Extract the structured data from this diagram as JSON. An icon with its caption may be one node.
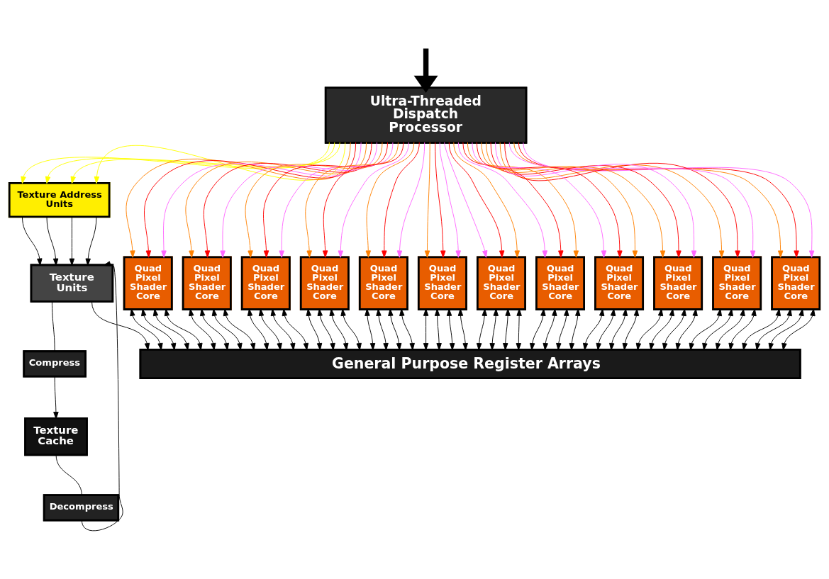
{
  "diagram": {
    "nodes": [
      {
        "text": [
          "Texture Address Units"
        ]
      },
      {
        "text": [
          "Texture Units"
        ]
      },
      {
        "text": [
          "Quad Pixel Shader Core"
        ]
      },
      {
        "text": [
          "Ultra-Threaded Dispatch Processor"
        ]
      },
      {
        "text": [
          "Quad Pixel Shader Core"
        ]
      },
      {
        "text": [
          "Compress"
        ]
      },
      {
        "text": [
          "Decompress"
        ]
      },
      {
        "text": [
          "Quad Pixel Shader Core"
        ]
      },
      {
        "text": [
          "Quad Pixel Shader Core"
        ]
      },
      {
        "text": [
          "Quad Pixel Shader Core"
        ]
      },
      {
        "text": [
          "Quad Pixel Shader Core"
        ]
      },
      {
        "text": [
          "Texture Cache"
        ]
      },
      {
        "text": [
          "Quad Pixel Shader Core"
        ]
      },
      {
        "text": [
          "Quad Pixel Shader Core"
        ]
      },
      {
        "text": [
          "Quad Pixel Shader Core"
        ]
      },
      {
        "text": [
          "Quad Pixel Shader Core"
        ]
      },
      {
        "text": [
          "Quad Pixel Shader Core"
        ]
      },
      {
        "text": [
          "Quad Pixel Shader Core"
        ]
      },
      {
        "text": [
          "General Purpose Register Arrays"
        ]
      }
    ],
    "edges": [
      {
        "from": null,
        "to": 3,
        "arrow": "to",
        "style": "thick"
      },
      {
        "from": 3,
        "to": 0,
        "arrow": "to",
        "color": "#ffff00"
      },
      {
        "from": 3,
        "to": 0,
        "arrow": "to",
        "color": "#ffff00"
      },
      {
        "from": 3,
        "to": 0,
        "arrow": "to",
        "color": "#ffff00"
      },
      {
        "from": 3,
        "to": 0,
        "arrow": "to",
        "color": "#ffff00"
      },
      {
        "from": 0,
        "to": 1,
        "arrow": "to"
      },
      {
        "from": 0,
        "to": 1,
        "arrow": "to"
      },
      {
        "from": 0,
        "to": 1,
        "arrow": "to"
      },
      {
        "from": 0,
        "to": 1,
        "arrow": "to"
      },
      {
        "from": 1,
        "to": 5,
        "arrow": "none"
      },
      {
        "from": 5,
        "to": 11,
        "arrow": "to"
      },
      {
        "from": 11,
        "to": 6,
        "arrow": "none"
      },
      {
        "from": 6,
        "to": 1,
        "arrow": "to"
      },
      {
        "from": 1,
        "to": 18,
        "arrow": "to"
      },
      {
        "from": 3,
        "to": 2,
        "arrow": "to",
        "color": "#ff8000"
      },
      {
        "from": 3,
        "to": 2,
        "arrow": "to",
        "color": "#ff0000"
      },
      {
        "from": 3,
        "to": 2,
        "arrow": "to",
        "color": "#ff66ff"
      },
      {
        "from": 3,
        "to": 7,
        "arrow": "to",
        "color": "#ff8000"
      },
      {
        "from": 3,
        "to": 7,
        "arrow": "to",
        "color": "#ff0000"
      },
      {
        "from": 3,
        "to": 7,
        "arrow": "to",
        "color": "#ff66ff"
      },
      {
        "from": 3,
        "to": 9,
        "arrow": "to",
        "color": "#ff8000"
      },
      {
        "from": 3,
        "to": 9,
        "arrow": "to",
        "color": "#ff0000"
      },
      {
        "from": 3,
        "to": 9,
        "arrow": "to",
        "color": "#ff66ff"
      },
      {
        "from": 3,
        "to": 12,
        "arrow": "to",
        "color": "#ff8000"
      },
      {
        "from": 3,
        "to": 12,
        "arrow": "to",
        "color": "#ff0000"
      },
      {
        "from": 3,
        "to": 12,
        "arrow": "to",
        "color": "#ff66ff"
      },
      {
        "from": 3,
        "to": 13,
        "arrow": "to",
        "color": "#ff8000"
      },
      {
        "from": 3,
        "to": 13,
        "arrow": "to",
        "color": "#ff0000"
      },
      {
        "from": 3,
        "to": 13,
        "arrow": "to",
        "color": "#ff66ff"
      },
      {
        "from": 3,
        "to": 14,
        "arrow": "to",
        "color": "#ff8000"
      },
      {
        "from": 3,
        "to": 14,
        "arrow": "to",
        "color": "#ff0000"
      },
      {
        "from": 3,
        "to": 14,
        "arrow": "to",
        "color": "#ff66ff"
      },
      {
        "from": 3,
        "to": 15,
        "arrow": "to",
        "color": "#ff66ff"
      },
      {
        "from": 3,
        "to": 15,
        "arrow": "to",
        "color": "#ff0000"
      },
      {
        "from": 3,
        "to": 15,
        "arrow": "to",
        "color": "#ff8000"
      },
      {
        "from": 3,
        "to": 16,
        "arrow": "to",
        "color": "#ff66ff"
      },
      {
        "from": 3,
        "to": 16,
        "arrow": "to",
        "color": "#ff0000"
      },
      {
        "from": 3,
        "to": 16,
        "arrow": "to",
        "color": "#ff8000"
      },
      {
        "from": 3,
        "to": 17,
        "arrow": "to",
        "color": "#ff66ff"
      },
      {
        "from": 3,
        "to": 17,
        "arrow": "to",
        "color": "#ff0000"
      },
      {
        "from": 3,
        "to": 17,
        "arrow": "to",
        "color": "#ff8000"
      },
      {
        "from": 3,
        "to": 10,
        "arrow": "to",
        "color": "#ff8000"
      },
      {
        "from": 3,
        "to": 10,
        "arrow": "to",
        "color": "#ff0000"
      },
      {
        "from": 3,
        "to": 10,
        "arrow": "to",
        "color": "#ff66ff"
      },
      {
        "from": 3,
        "to": 8,
        "arrow": "to",
        "color": "#ff8000"
      },
      {
        "from": 3,
        "to": 8,
        "arrow": "to",
        "color": "#ff0000"
      },
      {
        "from": 3,
        "to": 8,
        "arrow": "to",
        "color": "#ff66ff"
      },
      {
        "from": 3,
        "to": 4,
        "arrow": "to",
        "color": "#ff8000"
      },
      {
        "from": 3,
        "to": 4,
        "arrow": "to",
        "color": "#ff0000"
      },
      {
        "from": 3,
        "to": 4,
        "arrow": "to",
        "color": "#ff66ff"
      },
      {
        "from": 2,
        "to": 18,
        "arrow": "both"
      },
      {
        "from": 2,
        "to": 18,
        "arrow": "both"
      },
      {
        "from": 2,
        "to": 18,
        "arrow": "both"
      },
      {
        "from": 2,
        "to": 18,
        "arrow": "both"
      },
      {
        "from": 7,
        "to": 18,
        "arrow": "both"
      },
      {
        "from": 7,
        "to": 18,
        "arrow": "both"
      },
      {
        "from": 7,
        "to": 18,
        "arrow": "both"
      },
      {
        "from": 7,
        "to": 18,
        "arrow": "both"
      },
      {
        "from": 9,
        "to": 18,
        "arrow": "both"
      },
      {
        "from": 9,
        "to": 18,
        "arrow": "both"
      },
      {
        "from": 9,
        "to": 18,
        "arrow": "both"
      },
      {
        "from": 9,
        "to": 18,
        "arrow": "both"
      },
      {
        "from": 12,
        "to": 18,
        "arrow": "both"
      },
      {
        "from": 12,
        "to": 18,
        "arrow": "both"
      },
      {
        "from": 12,
        "to": 18,
        "arrow": "both"
      },
      {
        "from": 12,
        "to": 18,
        "arrow": "both"
      },
      {
        "from": 13,
        "to": 18,
        "arrow": "both"
      },
      {
        "from": 13,
        "to": 18,
        "arrow": "both"
      },
      {
        "from": 13,
        "to": 18,
        "arrow": "both"
      },
      {
        "from": 13,
        "to": 18,
        "arrow": "both"
      },
      {
        "from": 14,
        "to": 18,
        "arrow": "both"
      },
      {
        "from": 14,
        "to": 18,
        "arrow": "both"
      },
      {
        "from": 14,
        "to": 18,
        "arrow": "both"
      },
      {
        "from": 14,
        "to": 18,
        "arrow": "both"
      },
      {
        "from": 15,
        "to": 18,
        "arrow": "both"
      },
      {
        "from": 15,
        "to": 18,
        "arrow": "both"
      },
      {
        "from": 15,
        "to": 18,
        "arrow": "both"
      },
      {
        "from": 15,
        "to": 18,
        "arrow": "both"
      },
      {
        "from": 16,
        "to": 18,
        "arrow": "both"
      },
      {
        "from": 16,
        "to": 18,
        "arrow": "both"
      },
      {
        "from": 16,
        "to": 18,
        "arrow": "both"
      },
      {
        "from": 16,
        "to": 18,
        "arrow": "both"
      },
      {
        "from": 17,
        "to": 18,
        "arrow": "both"
      },
      {
        "from": 17,
        "to": 18,
        "arrow": "both"
      },
      {
        "from": 17,
        "to": 18,
        "arrow": "both"
      },
      {
        "from": 17,
        "to": 18,
        "arrow": "both"
      },
      {
        "from": 10,
        "to": 18,
        "arrow": "both"
      },
      {
        "from": 10,
        "to": 18,
        "arrow": "both"
      },
      {
        "from": 10,
        "to": 18,
        "arrow": "both"
      },
      {
        "from": 10,
        "to": 18,
        "arrow": "both"
      },
      {
        "from": 8,
        "to": 18,
        "arrow": "both"
      },
      {
        "from": 8,
        "to": 18,
        "arrow": "both"
      },
      {
        "from": 8,
        "to": 18,
        "arrow": "both"
      },
      {
        "from": 8,
        "to": 18,
        "arrow": "both"
      },
      {
        "from": 4,
        "to": 18,
        "arrow": "both"
      },
      {
        "from": 4,
        "to": 18,
        "arrow": "both"
      },
      {
        "from": 4,
        "to": 18,
        "arrow": "both"
      },
      {
        "from": 4,
        "to": 18,
        "arrow": "both"
      }
    ]
  }
}
